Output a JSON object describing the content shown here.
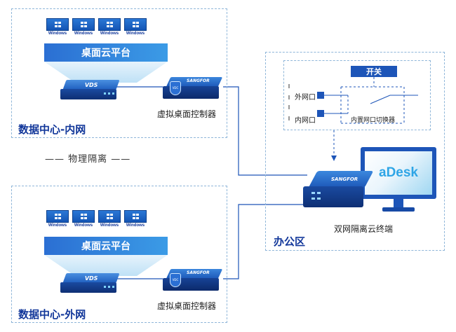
{
  "colors": {
    "brand_blue": "#1d55b8",
    "label_navy": "#12379a",
    "zone_border": "#8fb6d9",
    "screen_cyan": "#2ea5e6"
  },
  "inner_zone": {
    "windows_label": "Windows",
    "platform_label": "桌面云平台",
    "server_label": "VDS",
    "controller_brand": "SANGFOR",
    "controller_badge": "VDC",
    "controller_caption": "虚拟桌面控制器",
    "zone_label": "数据中心-内网"
  },
  "outer_zone": {
    "windows_label": "Windows",
    "platform_label": "桌面云平台",
    "server_label": "VDS",
    "controller_brand": "SANGFOR",
    "controller_badge": "VDC",
    "controller_caption": "虚拟桌面控制器",
    "zone_label": "数据中心-外网"
  },
  "divider_text": "—— 物理隔离 ——",
  "office_zone": {
    "switch_title": "开关",
    "outer_port_label": "外网口",
    "inner_port_label": "内网口",
    "switcher_label": "内置网口切换器",
    "terminal_brand": "SANGFOR",
    "monitor_text": "aDesk",
    "terminal_caption": "双网隔离云终端",
    "zone_label": "办公区"
  },
  "icons": [
    "windows-logo-icon",
    "server-icon",
    "controller-icon",
    "shield-icon",
    "monitor-icon",
    "terminal-icon",
    "switch-icon"
  ]
}
